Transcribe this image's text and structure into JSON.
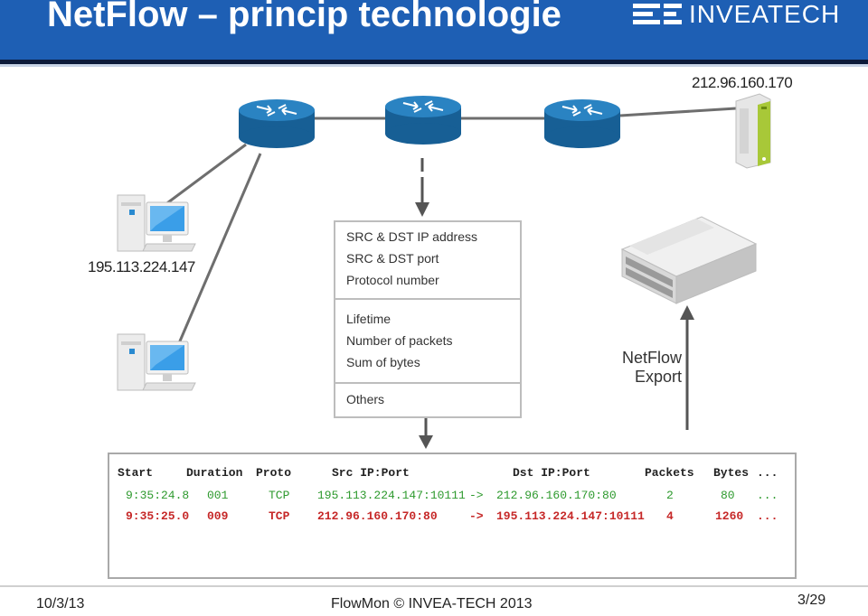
{
  "slide": {
    "title": "NetFlow – princip technologie",
    "logo_text": "INVEATECH",
    "logo_icon": "invea-tech-logo-icon"
  },
  "diagram": {
    "server_ip": "212.96.160.170",
    "client_ip": "195.113.224.147",
    "flow_record": {
      "section1": [
        "SRC & DST IP address",
        "SRC & DST port",
        "Protocol number"
      ],
      "section2": [
        "Lifetime",
        "Number of packets",
        "Sum of bytes"
      ],
      "section3": [
        "Others"
      ]
    },
    "netflow_export_line1": "NetFlow",
    "netflow_export_line2": "Export"
  },
  "flow_table": {
    "headers": [
      "Start",
      "Duration",
      "Proto",
      "Src IP:Port",
      "Dst IP:Port",
      "Packets",
      "Bytes",
      "..."
    ],
    "row1": {
      "start": "9:35:24.8",
      "duration": "001",
      "proto": "TCP",
      "src": "195.113.224.147:10111",
      "arrow": "->",
      "dst": "212.96.160.170:80",
      "packets": "2",
      "bytes": "80",
      "more": "..."
    },
    "row2": {
      "start": "9:35:25.0",
      "duration": "009",
      "proto": "TCP",
      "src": "212.96.160.170:80",
      "arrow": "->",
      "dst": "195.113.224.147:10111",
      "packets": "4",
      "bytes": "1260",
      "more": "..."
    },
    "mail_icon": "envelope-icon"
  },
  "footer": {
    "date": "10/3/13",
    "center": "FlowMon © INVEA-TECH 2013",
    "page": "3/29"
  },
  "colors": {
    "header_bg": "#1e5fb4",
    "router": "#1a6aa6",
    "row1_text": "#2e9a2e",
    "row2_text": "#c62828"
  }
}
